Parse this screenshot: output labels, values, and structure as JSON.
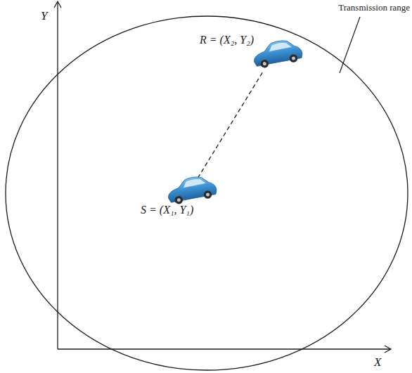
{
  "diagram": {
    "labels": [
      "Transmission range",
      "Y",
      "R = (X₂, Y₂)",
      "S = (X₁, Y₁)",
      "X"
    ]
  }
}
